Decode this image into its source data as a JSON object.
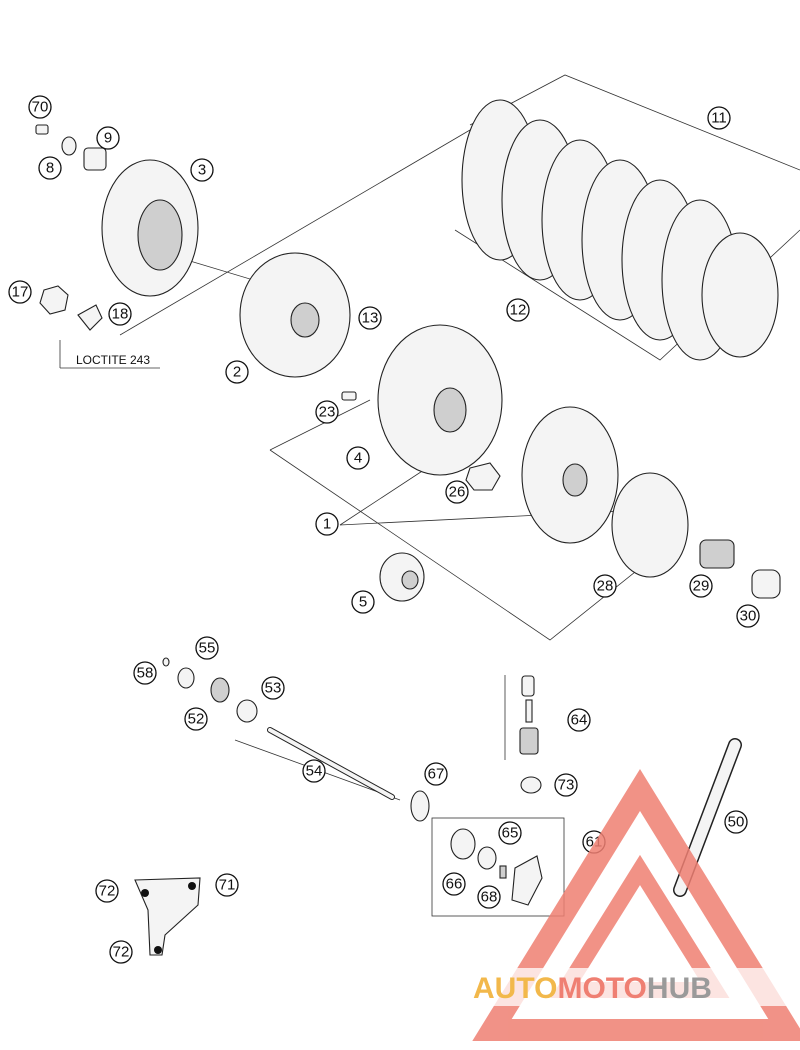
{
  "note": "LOCTITE 243",
  "watermark": {
    "part1": "AUTO",
    "part2": "MOTO",
    "part3": "HUB",
    "color1": "#f2b84b",
    "color2": "#ef7f72",
    "color3": "#9a9a9a"
  },
  "callouts": [
    "70",
    "8",
    "9",
    "3",
    "11",
    "17",
    "18",
    "2",
    "13",
    "12",
    "23",
    "4",
    "26",
    "1",
    "5",
    "28",
    "29",
    "30",
    "58",
    "55",
    "53",
    "52",
    "54",
    "67",
    "64",
    "73",
    "65",
    "61",
    "66",
    "68",
    "50",
    "72",
    "71",
    "72"
  ]
}
